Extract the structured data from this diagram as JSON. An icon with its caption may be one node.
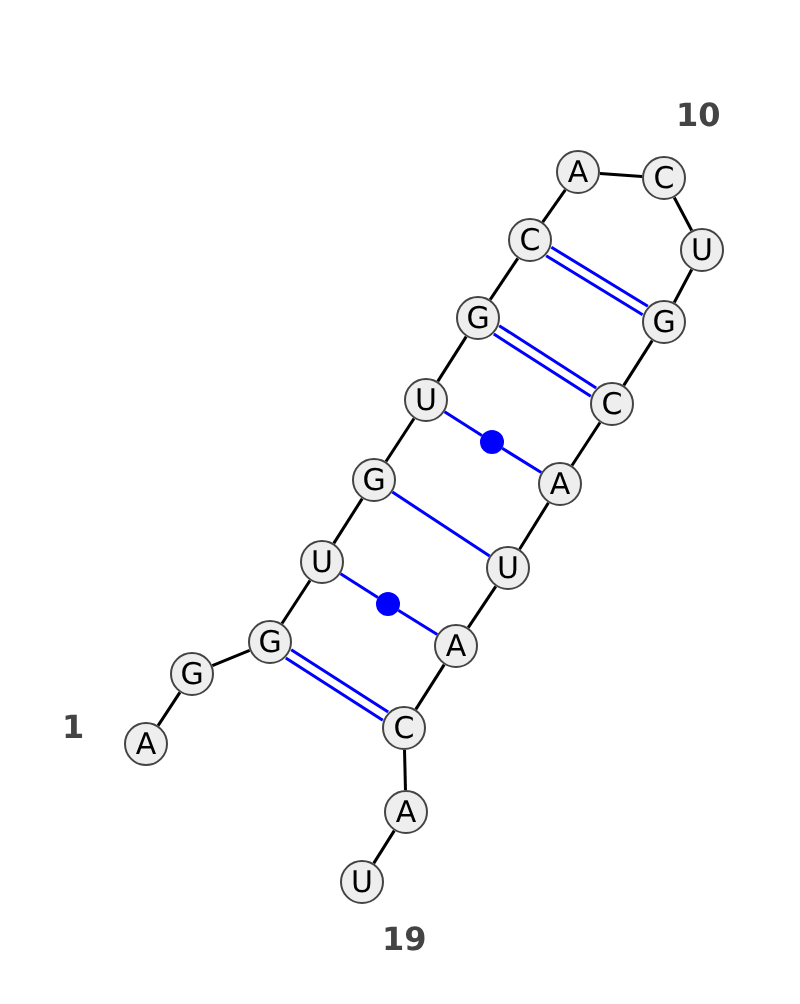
{
  "diagram": {
    "nodes": [
      {
        "text": [
          "A"
        ]
      },
      {
        "text": [
          "G"
        ]
      },
      {
        "text": [
          "G"
        ]
      },
      {
        "text": [
          "U"
        ]
      },
      {
        "text": [
          "G"
        ]
      },
      {
        "text": [
          "U"
        ]
      },
      {
        "text": [
          "G"
        ]
      },
      {
        "text": [
          "C"
        ]
      },
      {
        "text": [
          "A"
        ]
      },
      {
        "text": [
          "C"
        ]
      },
      {
        "text": [
          "U"
        ]
      },
      {
        "text": [
          "G"
        ]
      },
      {
        "text": [
          "C"
        ]
      },
      {
        "text": [
          "A"
        ]
      },
      {
        "text": [
          "U"
        ]
      },
      {
        "text": [
          "A"
        ]
      },
      {
        "text": [
          "C"
        ]
      },
      {
        "text": [
          "A"
        ]
      },
      {
        "text": [
          "U"
        ]
      },
      {
        "text": [],
        "shape": "circle"
      },
      {
        "text": [],
        "shape": "circle"
      }
    ],
    "edges": [
      {
        "from": 0,
        "to": 1,
        "arrow": "none"
      },
      {
        "from": 1,
        "to": 2,
        "arrow": "none"
      },
      {
        "from": 2,
        "to": 3,
        "arrow": "none"
      },
      {
        "from": 3,
        "to": 4,
        "arrow": "none"
      },
      {
        "from": 4,
        "to": 5,
        "arrow": "none"
      },
      {
        "from": 5,
        "to": 6,
        "arrow": "none"
      },
      {
        "from": 6,
        "to": 7,
        "arrow": "none"
      },
      {
        "from": 7,
        "to": 8,
        "arrow": "none"
      },
      {
        "from": 8,
        "to": 9,
        "arrow": "none"
      },
      {
        "from": 9,
        "to": 10,
        "arrow": "none"
      },
      {
        "from": 10,
        "to": 11,
        "arrow": "none"
      },
      {
        "from": 11,
        "to": 12,
        "arrow": "none"
      },
      {
        "from": 12,
        "to": 13,
        "arrow": "none"
      },
      {
        "from": 13,
        "to": 14,
        "arrow": "none"
      },
      {
        "from": 14,
        "to": 15,
        "arrow": "none"
      },
      {
        "from": 15,
        "to": 16,
        "arrow": "none"
      },
      {
        "from": 16,
        "to": 17,
        "arrow": "none"
      },
      {
        "from": 17,
        "to": 18,
        "arrow": "none"
      },
      {
        "from": 2,
        "to": 16,
        "arrow": "none",
        "color": "#0000ff"
      },
      {
        "from": 2,
        "to": 16,
        "arrow": "none",
        "color": "#0000ff"
      },
      {
        "from": 3,
        "to": 20,
        "arrow": "none",
        "color": "#0000ff"
      },
      {
        "from": 20,
        "to": 15,
        "arrow": "none",
        "color": "#0000ff"
      },
      {
        "from": 4,
        "to": 14,
        "arrow": "none",
        "color": "#0000ff"
      },
      {
        "from": 5,
        "to": 19,
        "arrow": "none",
        "color": "#0000ff"
      },
      {
        "from": 19,
        "to": 13,
        "arrow": "none",
        "color": "#0000ff"
      },
      {
        "from": 6,
        "to": 12,
        "arrow": "none",
        "color": "#0000ff"
      },
      {
        "from": 6,
        "to": 12,
        "arrow": "none",
        "color": "#0000ff"
      },
      {
        "from": 7,
        "to": 11,
        "arrow": "none",
        "color": "#0000ff"
      },
      {
        "from": 7,
        "to": 11,
        "arrow": "none",
        "color": "#0000ff"
      }
    ],
    "labels": [
      "10",
      "1",
      "19"
    ]
  }
}
